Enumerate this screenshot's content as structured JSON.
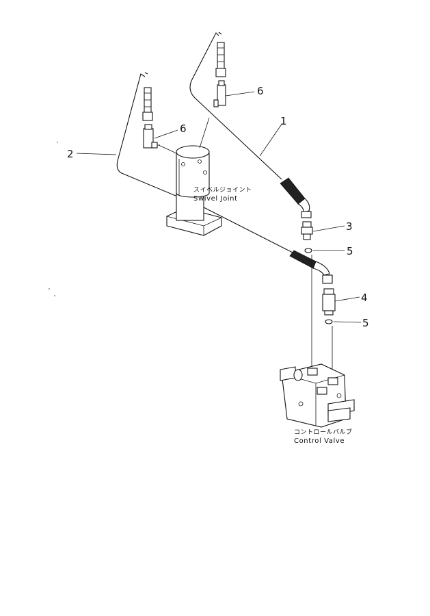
{
  "callouts": {
    "hose_1": "1",
    "hose_2": "2",
    "connector_3": "3",
    "check_valve_4": "4",
    "oring_5a": "5",
    "oring_5b": "5",
    "elbow_6a": "6",
    "elbow_6b": "6"
  },
  "labels": {
    "swivel_joint_jp": "スイベルジョイント",
    "swivel_joint_en": "Swivel  Joint",
    "control_valve_jp": "コントロールバルブ",
    "control_valve_en": "Control  Valve"
  }
}
